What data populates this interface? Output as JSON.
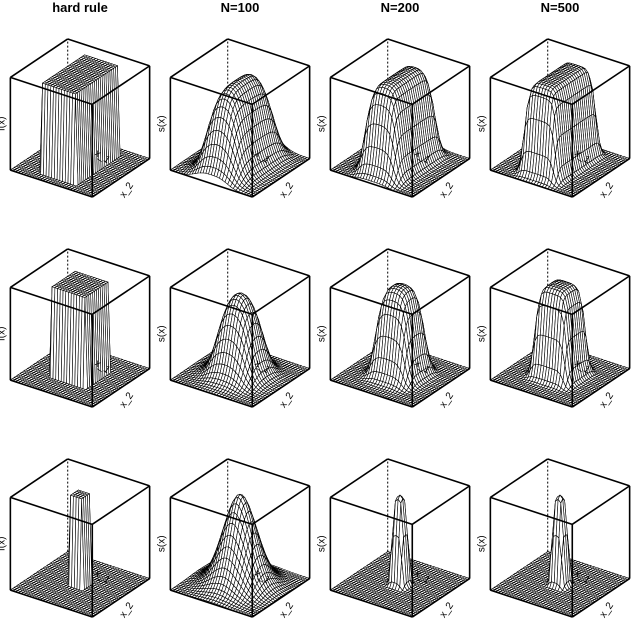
{
  "chart_data": {
    "type": "surface",
    "column_titles": [
      "hard rule",
      "N=100",
      "N=200",
      "N=500"
    ],
    "rows": 3,
    "xlabel": "x_1",
    "ylabel": "x_2",
    "zlabels": [
      "f(x)",
      "s(x)",
      "s(x)",
      "s(x)"
    ],
    "style": "perspective wireframe, white facets with black edges",
    "grid": true
  }
}
